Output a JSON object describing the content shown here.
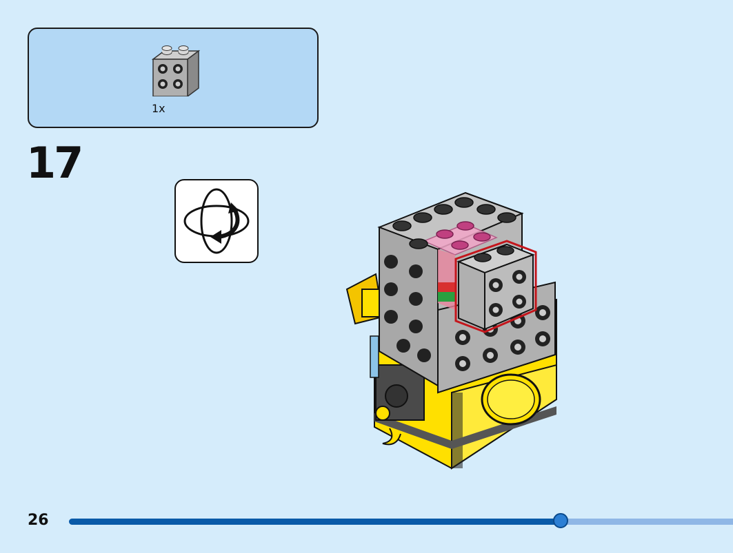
{
  "parts": {
    "quantity": "1x",
    "brick_icon": "gray-2x2-brick-icon",
    "brick_color": "#9a9a9a"
  },
  "step": {
    "number": "17",
    "rotate_icon": "rotate-model-icon"
  },
  "model": {
    "icon": "robot-head-model",
    "yellow": "#ffe000",
    "gray": "#a8a8a8",
    "highlight_color": "#c4161c"
  },
  "footer": {
    "page_number": "26",
    "progress": 0.74,
    "track_color": "#8fb7e6",
    "fill_color": "#0a5aa8"
  }
}
